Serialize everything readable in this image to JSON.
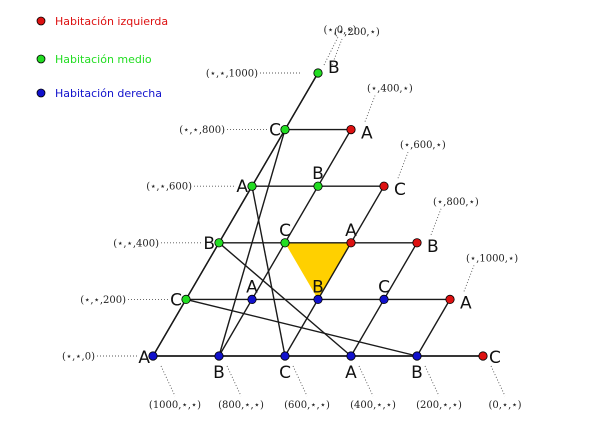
{
  "legend": [
    {
      "label": "Habitación izquierda",
      "color": "#dd1111"
    },
    {
      "label": "Habitación medio",
      "color": "#22dd22"
    },
    {
      "label": "Habitación derecha",
      "color": "#1111cc"
    }
  ],
  "colors": {
    "edge": "#1a1a1a",
    "highlight": "#ffd000",
    "leader": "#555555"
  },
  "rows": [
    {
      "nodes": [
        {
          "letter": "B",
          "room": 1
        }
      ],
      "left": "(⋆,⋆,1000)",
      "right": "(⋆,200,⋆)",
      "top": "(⋆,0,⋆)"
    },
    {
      "nodes": [
        {
          "letter": "C",
          "room": 1
        },
        {
          "letter": "A",
          "room": 0
        }
      ],
      "left": "(⋆,⋆,800)",
      "right": "(⋆,400,⋆)"
    },
    {
      "nodes": [
        {
          "letter": "A",
          "room": 1
        },
        {
          "letter": "B",
          "room": 1
        },
        {
          "letter": "C",
          "room": 0
        }
      ],
      "left": "(⋆,⋆,600)",
      "right": "(⋆,600,⋆)"
    },
    {
      "nodes": [
        {
          "letter": "B",
          "room": 1
        },
        {
          "letter": "C",
          "room": 1
        },
        {
          "letter": "A",
          "room": 0
        },
        {
          "letter": "B",
          "room": 0
        }
      ],
      "left": "(⋆,⋆,400)",
      "right": "(⋆,800,⋆)"
    },
    {
      "nodes": [
        {
          "letter": "C",
          "room": 1
        },
        {
          "letter": "A",
          "room": 2
        },
        {
          "letter": "B",
          "room": 2
        },
        {
          "letter": "C",
          "room": 2
        },
        {
          "letter": "A",
          "room": 0
        }
      ],
      "left": "(⋆,⋆,200)",
      "right": "(⋆,1000,⋆)"
    },
    {
      "nodes": [
        {
          "letter": "A",
          "room": 2
        },
        {
          "letter": "B",
          "room": 2
        },
        {
          "letter": "C",
          "room": 2
        },
        {
          "letter": "A",
          "room": 2
        },
        {
          "letter": "B",
          "room": 2
        },
        {
          "letter": "C",
          "room": 0
        }
      ],
      "left": "(⋆,⋆,0)"
    }
  ],
  "bottom_labels": [
    "(1000,⋆,⋆)",
    "(800,⋆,⋆)",
    "(600,⋆,⋆)",
    "(400,⋆,⋆)",
    "(200,⋆,⋆)",
    "(0,⋆,⋆)"
  ]
}
